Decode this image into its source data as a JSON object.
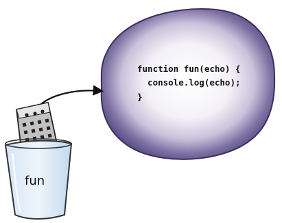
{
  "cup": {
    "label": "fun"
  },
  "bubble": {
    "code_lines": [
      "function fun(echo) {",
      "  console.log(echo);",
      "}"
    ]
  },
  "colors": {
    "bubble_fill": "#6c5f92",
    "bubble_stroke": "#3a3160",
    "cup_fill": "#cfe2f3",
    "cup_stroke": "#333333",
    "remote_body": "#bdbdbd",
    "arrow": "#111111"
  },
  "icons": {
    "container": "cup-icon",
    "device": "remote-control-icon",
    "connector": "arrow-icon"
  }
}
